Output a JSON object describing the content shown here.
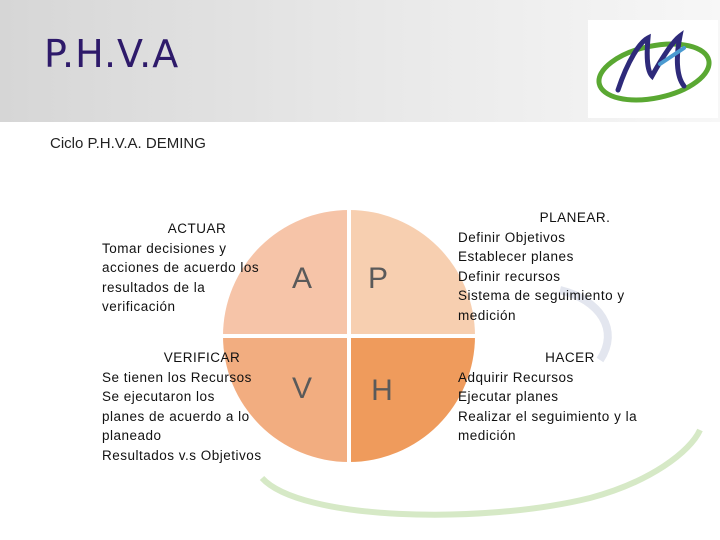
{
  "header": {
    "title": "P.H.V.A"
  },
  "subtitle": "Ciclo P.H.V.A. DEMING",
  "logo": {
    "icon": "m-logo-icon"
  },
  "quadrants": {
    "actuar": {
      "letter": "A",
      "color": "#f6c4a8"
    },
    "planear": {
      "letter": "P",
      "color": "#f7cfb0"
    },
    "verificar": {
      "letter": "V",
      "color": "#f2ad80"
    },
    "hacer": {
      "letter": "H",
      "color": "#ef9b5c"
    },
    "circle_color": "#ffffff"
  },
  "actuar": {
    "heading": "ACTUAR",
    "lines": [
      "Tomar decisiones y",
      "acciones de acuerdo los",
      "resultados de la",
      "verificación"
    ]
  },
  "verificar": {
    "heading": "VERIFICAR",
    "lines": [
      "Se tienen los  Recursos",
      "Se ejecutaron los",
      " planes de acuerdo a lo",
      "planeado",
      "Resultados v.s Objetivos"
    ]
  },
  "planear": {
    "heading": "PLANEAR.",
    "lines": [
      "Definir Objetivos",
      "Establecer planes",
      "Definir recursos",
      "Sistema de seguimiento y",
      "medición"
    ]
  },
  "hacer": {
    "heading": "HACER",
    "lines": [
      "Adquirir Recursos",
      "Ejecutar planes",
      "Realizar el seguimiento y la",
      "medición"
    ]
  }
}
